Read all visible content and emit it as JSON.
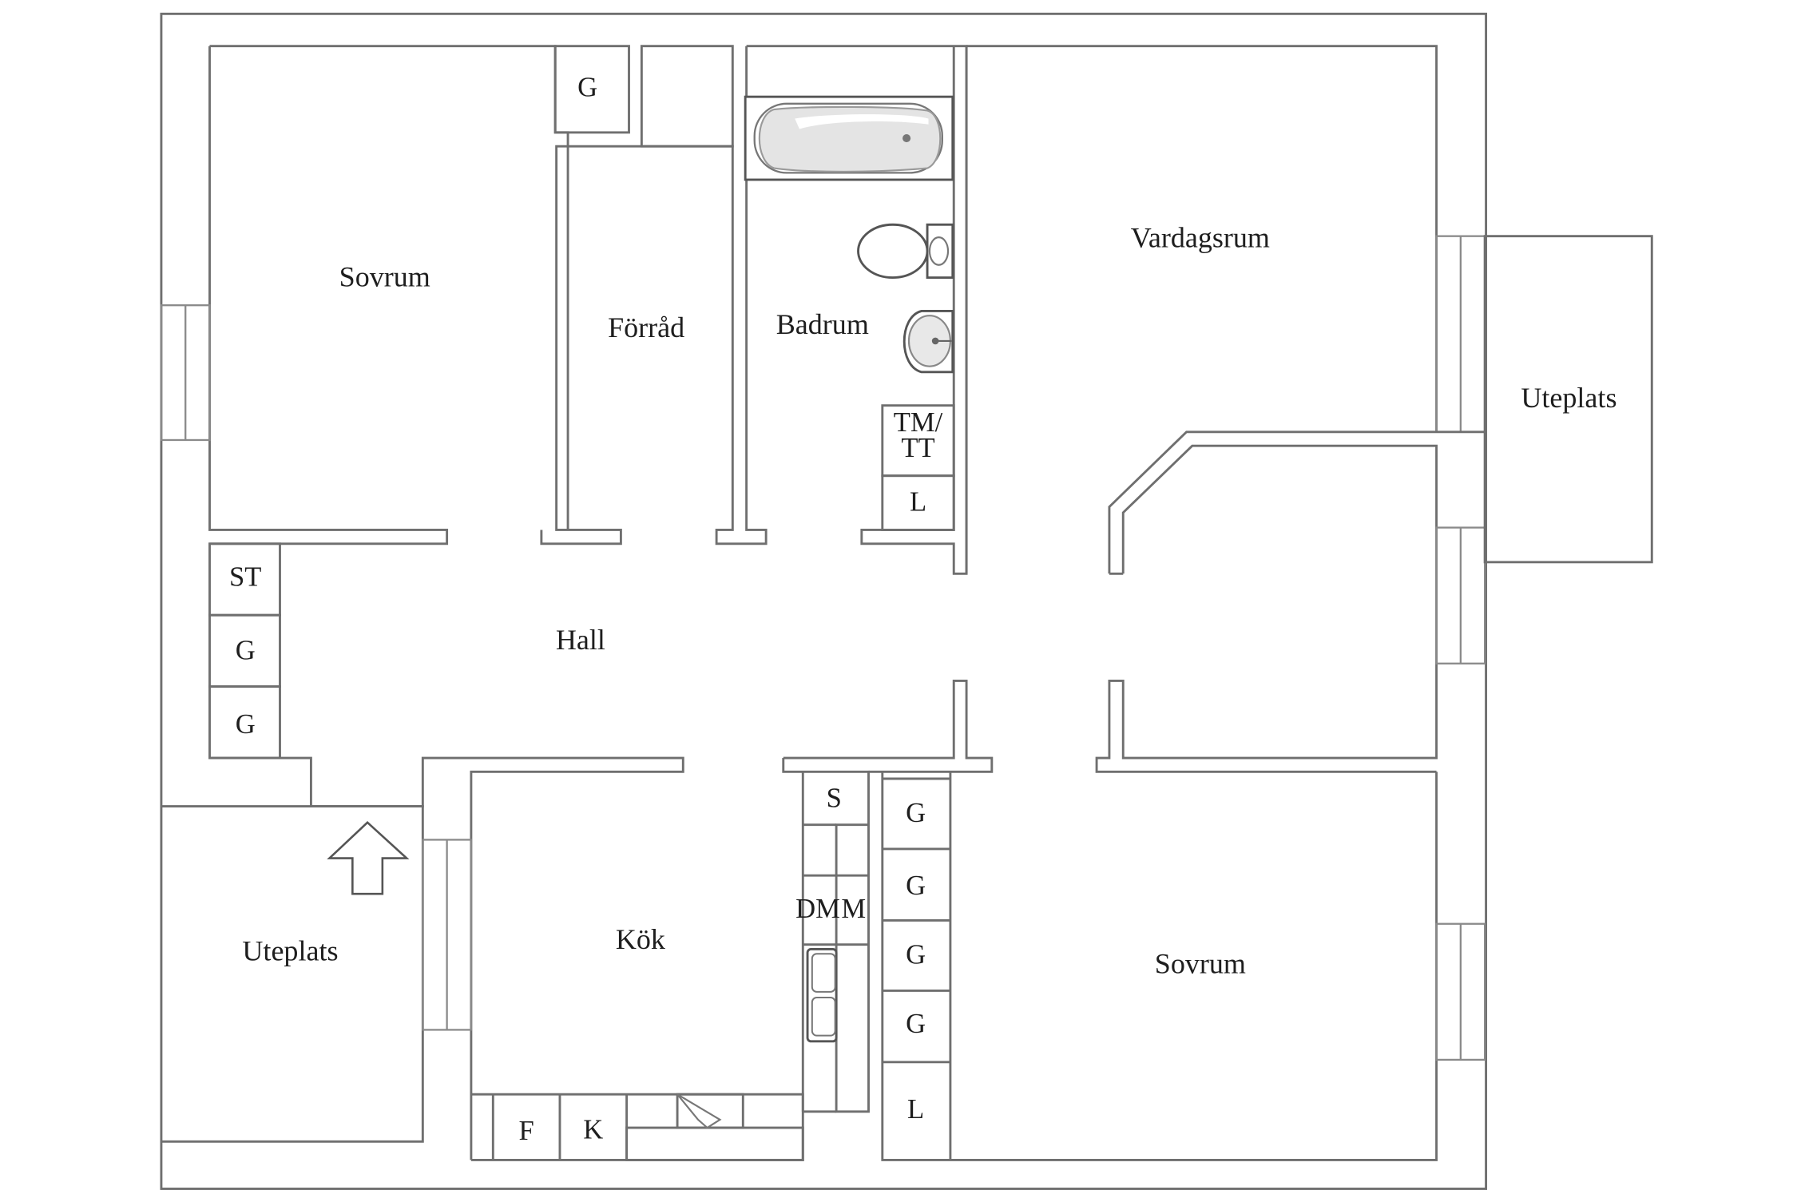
{
  "rooms": {
    "bedroom_west": "Sovrum",
    "storage": "Förråd",
    "bathroom": "Badrum",
    "living_room": "Vardagsrum",
    "terrace_east": "Uteplats",
    "hall": "Hall",
    "kitchen": "Kök",
    "terrace_west": "Uteplats",
    "bedroom_south": "Sovrum"
  },
  "cabinets": {
    "hall_g_top": "G",
    "hall_st": "ST",
    "hall_g_1": "G",
    "hall_g_2": "G",
    "bath_tm_tt_1": "TM/",
    "bath_tm_tt_2": "TT",
    "bath_l": "L",
    "kitchen_s": "S",
    "kitchen_dm": "DM",
    "kitchen_m": "M",
    "kitchen_f": "F",
    "kitchen_k": "K",
    "bedroom_g_1": "G",
    "bedroom_g_2": "G",
    "bedroom_g_3": "G",
    "bedroom_g_4": "G",
    "bedroom_l": "L"
  },
  "icons": {
    "entrance": "arrow-up-icon"
  },
  "colors": {
    "wall": "#6f6f6f",
    "text": "#1e1e1e",
    "fixture_fill": "#e4e4e4"
  }
}
